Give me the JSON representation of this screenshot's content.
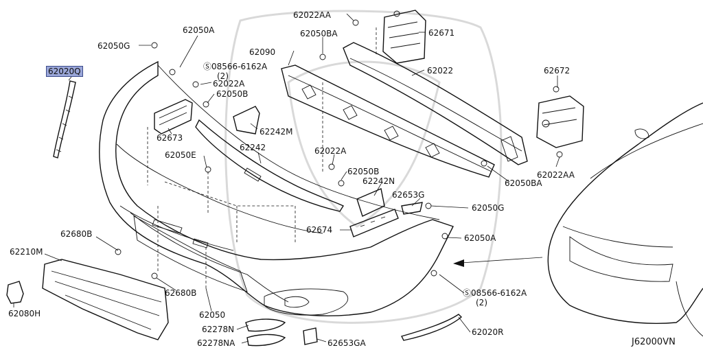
{
  "diagram_id": "J62000VN",
  "highlighted_part": "62020Q",
  "parts": {
    "p62050g_top": "62050G",
    "p62050a_top": "62050A",
    "p62020q": "62020Q",
    "p08566_top": "08566-6162A",
    "p08566_top_qty": "(2)",
    "p62022a_top": "62022A",
    "p62050b_top": "62050B",
    "p62673": "62673",
    "p62242m": "62242M",
    "p62090": "62090",
    "p62022aa_top": "62022AA",
    "p62050ba_top": "62050BA",
    "p62671": "62671",
    "p62022": "62022",
    "p62672": "62672",
    "p62022aa_right": "62022AA",
    "p62050ba_right": "62050BA",
    "p62050e": "62050E",
    "p62242": "62242",
    "p62022a_mid": "62022A",
    "p62050b_mid": "62050B",
    "p62242n": "62242N",
    "p62653g": "62653G",
    "p62050g_mid": "62050G",
    "p62674": "62674",
    "p62050a_mid": "62050A",
    "p62680b_left": "62680B",
    "p62210m": "62210M",
    "p62680b_mid": "62680B",
    "p62080h": "62080H",
    "p62050": "62050",
    "p62278n": "62278N",
    "p62278na": "62278NA",
    "p62653ga": "62653GA",
    "p62020r": "62020R",
    "p08566_bot": "08566-6162A",
    "p08566_bot_qty": "(2)"
  }
}
